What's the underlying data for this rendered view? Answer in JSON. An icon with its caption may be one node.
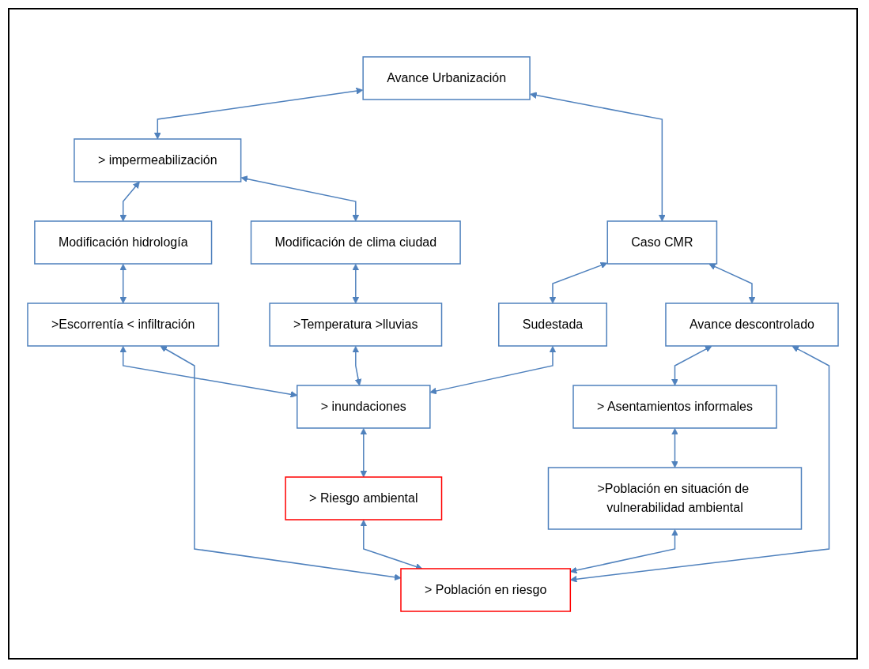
{
  "diagram": {
    "nodes": [
      {
        "text": [
          "Avance Urbanización"
        ]
      },
      {
        "text": [
          "> impermeabilización"
        ]
      },
      {
        "text": [
          "Modificación hidrología"
        ]
      },
      {
        "text": [
          ">Escorrentía < infiltración"
        ]
      },
      {
        "text": [
          "Modificación de clima ciudad"
        ]
      },
      {
        "text": [
          ">Temperatura >lluvias"
        ]
      },
      {
        "text": [
          "Caso CMR"
        ]
      },
      {
        "text": [
          "Sudestada"
        ]
      },
      {
        "text": [
          "> inundaciones"
        ]
      },
      {
        "text": [
          "Avance descontrolado"
        ]
      },
      {
        "text": [
          "> Asentamientos informales"
        ]
      },
      {
        "text": [
          "> Riesgo ambiental"
        ]
      },
      {
        "text": [
          ">Población en situación de vulnerabilidad ambiental"
        ]
      },
      {
        "text": [
          "> Población en riesgo"
        ]
      }
    ],
    "edges": [
      {
        "from": 0,
        "to": 1,
        "arrow": "both"
      },
      {
        "from": 1,
        "to": 2,
        "arrow": "both"
      },
      {
        "from": 2,
        "to": 3,
        "arrow": "both"
      },
      {
        "from": 1,
        "to": 4,
        "arrow": "both"
      },
      {
        "from": 4,
        "to": 5,
        "arrow": "both"
      },
      {
        "from": 0,
        "to": 6,
        "arrow": "both"
      },
      {
        "from": 6,
        "to": 7,
        "arrow": "both"
      },
      {
        "from": 7,
        "to": 8,
        "arrow": "both"
      },
      {
        "from": 5,
        "to": 8,
        "arrow": "both"
      },
      {
        "from": 3,
        "to": 8,
        "arrow": "both"
      },
      {
        "from": 3,
        "to": 13,
        "arrow": "both"
      },
      {
        "from": 6,
        "to": 9,
        "arrow": "both"
      },
      {
        "from": 9,
        "to": 10,
        "arrow": "both"
      },
      {
        "from": 10,
        "to": 12,
        "arrow": "both"
      },
      {
        "from": 8,
        "to": 11,
        "arrow": "both"
      },
      {
        "from": 11,
        "to": 13,
        "arrow": "both"
      },
      {
        "from": 9,
        "to": 13,
        "arrow": "both"
      },
      {
        "from": 12,
        "to": 13,
        "arrow": "both"
      }
    ]
  }
}
